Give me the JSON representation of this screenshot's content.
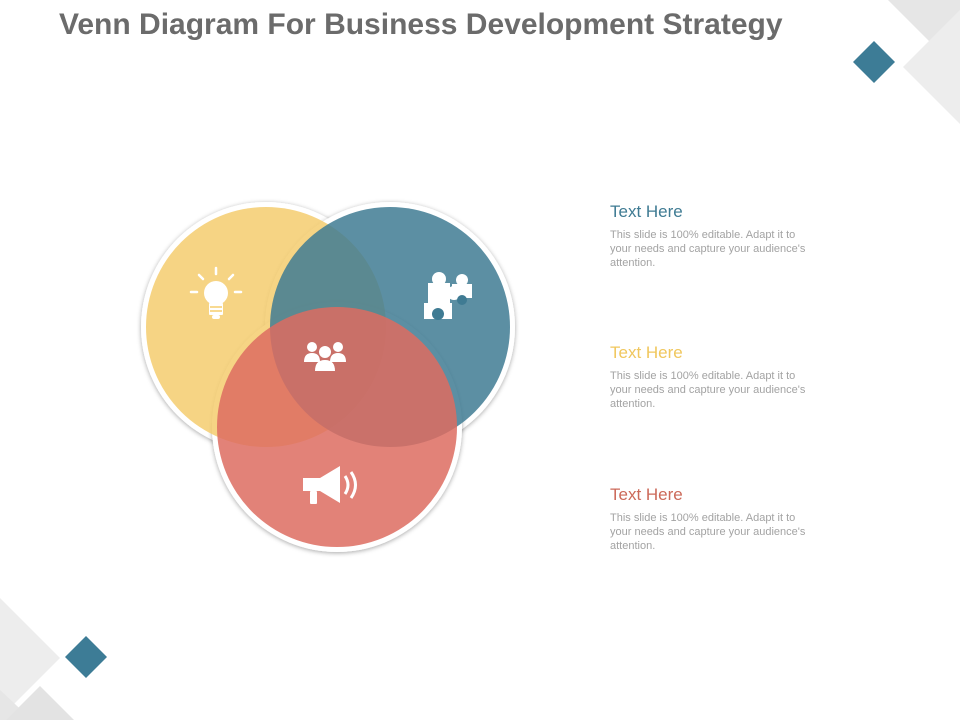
{
  "title": "Venn Diagram For Business Development Strategy",
  "colors": {
    "yellow": "#f5cd6e",
    "blue": "#3f7b93",
    "red": "#dd6c60",
    "title": "#6b6b6b",
    "body_text": "#a3a3a3",
    "accent_diamond": "#3d7c96"
  },
  "venn": {
    "circles": [
      {
        "name": "idea",
        "color": "#f5cd6e",
        "icon": "lightbulb-icon"
      },
      {
        "name": "solution",
        "color": "#3f7b93",
        "icon": "puzzle-piece-icon"
      },
      {
        "name": "marketing",
        "color": "#dd6c60",
        "icon": "megaphone-icon"
      }
    ],
    "center_icon": "team-icon"
  },
  "text_blocks": [
    {
      "heading": "Text Here",
      "body": "This slide is 100% editable. Adapt it to your needs and capture your audience's attention.",
      "color": "#3f7b93"
    },
    {
      "heading": "Text Here",
      "body": "This slide is 100% editable. Adapt it to your needs and capture your audience's attention.",
      "color": "#f0c75e"
    },
    {
      "heading": "Text Here",
      "body": "This slide is 100% editable. Adapt it to your needs and capture your audience's attention.",
      "color": "#cc6a5a"
    }
  ]
}
